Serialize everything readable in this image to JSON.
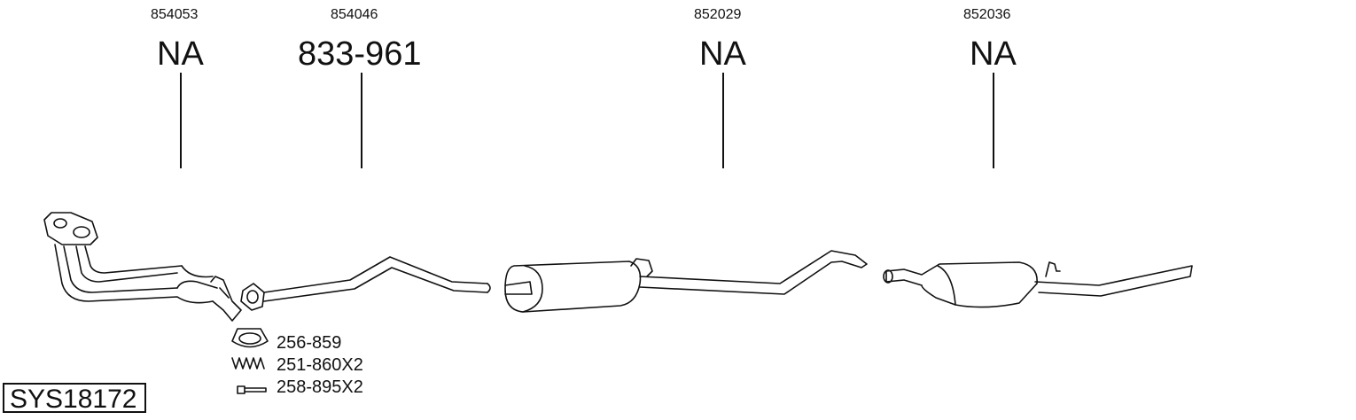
{
  "parts": [
    {
      "number": "854053",
      "code": "NA"
    },
    {
      "number": "854046",
      "code": "833-961"
    },
    {
      "number": "852029",
      "code": "NA"
    },
    {
      "number": "852036",
      "code": "NA"
    }
  ],
  "accessories": [
    {
      "label": "256-859",
      "icon": "gasket-ring-icon"
    },
    {
      "label": "251-860X2",
      "icon": "spring-icon"
    },
    {
      "label": "258-895X2",
      "icon": "bolt-icon"
    }
  ],
  "system_id": "SYS18172"
}
